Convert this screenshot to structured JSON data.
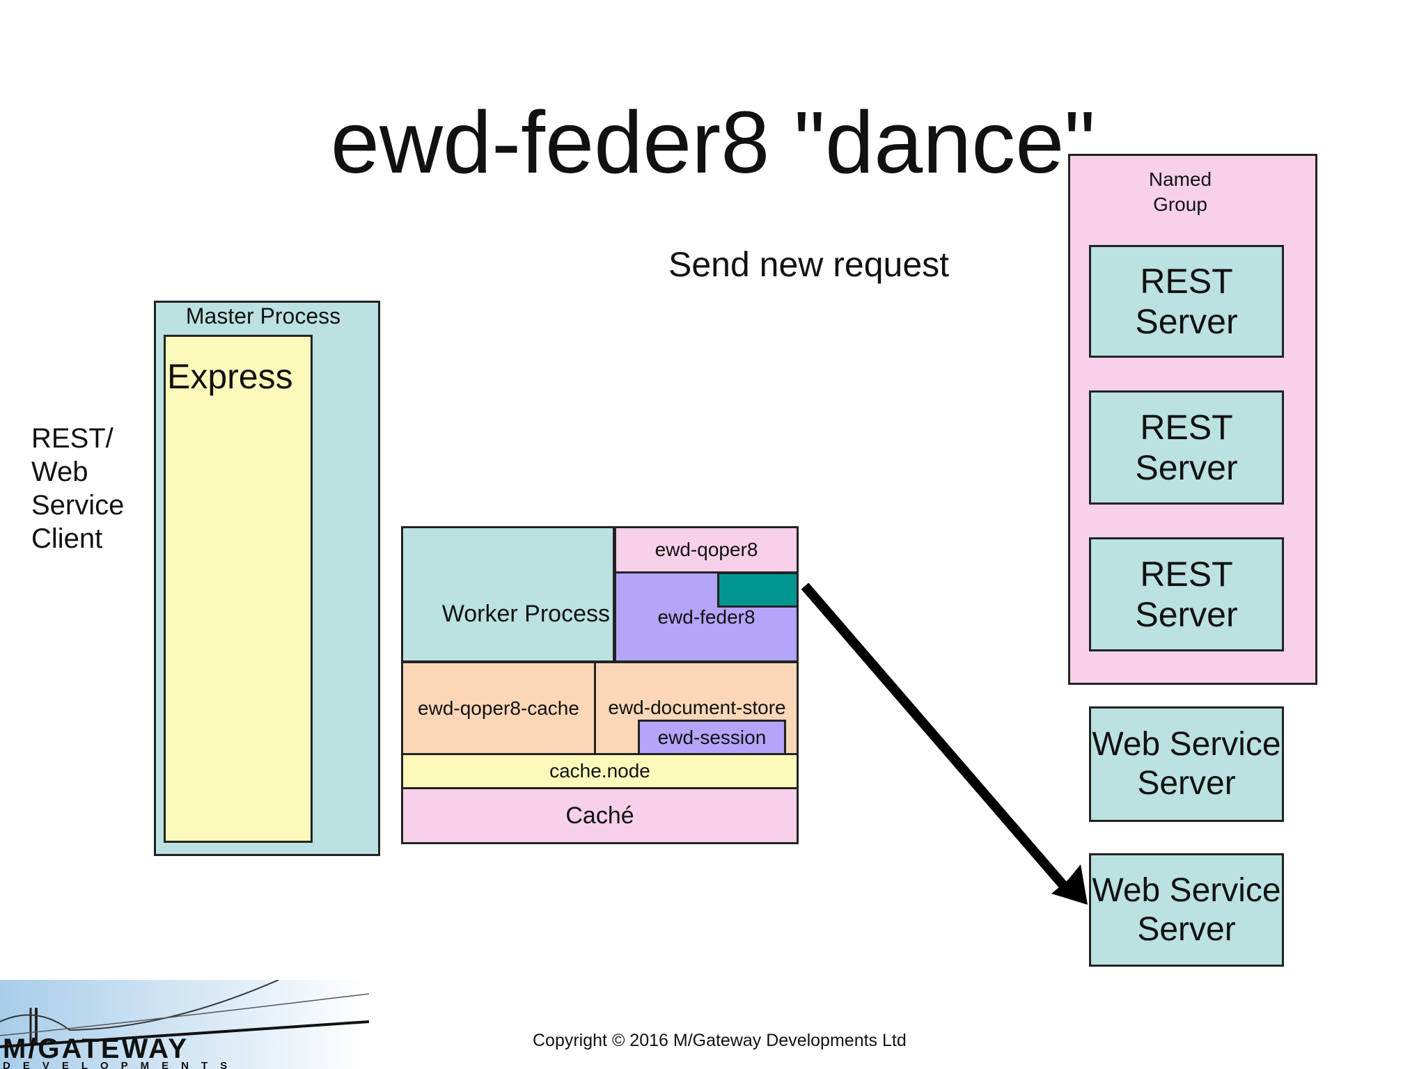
{
  "slide": {
    "title": "ewd-feder8 \"dance\"",
    "subtitle": "Send new request",
    "client_label": "REST/\nWeb\nService\nClient",
    "copyright": "Copyright © 2016 M/Gateway Developments Ltd"
  },
  "master_process": {
    "label": "Master Process",
    "express_label": "Express"
  },
  "worker_stack": {
    "worker_label": "Worker Process",
    "qoper8_label": "ewd-qoper8",
    "feder8_label": "ewd-feder8",
    "qoper8_cache_label": "ewd-qoper8-cache",
    "document_store_label": "ewd-document-store",
    "session_label": "ewd-session",
    "cache_node_label": "cache.node",
    "cache_label": "Caché"
  },
  "named_group": {
    "label": "Named\nGroup",
    "servers": [
      "REST\nServer",
      "REST\nServer",
      "REST\nServer"
    ]
  },
  "web_service_servers": [
    "Web Service\nServer",
    "Web Service\nServer"
  ],
  "logo": {
    "name": "M/GATEWAY",
    "subtext": "DEVELOPMENTS"
  },
  "colors": {
    "teal_light": "#bbe1e1",
    "yellow": "#fcfabb",
    "pink": "#f7d0ea",
    "purple": "#b4a4fa",
    "peach": "#fbd7b8",
    "teal_dark": "#009690"
  }
}
